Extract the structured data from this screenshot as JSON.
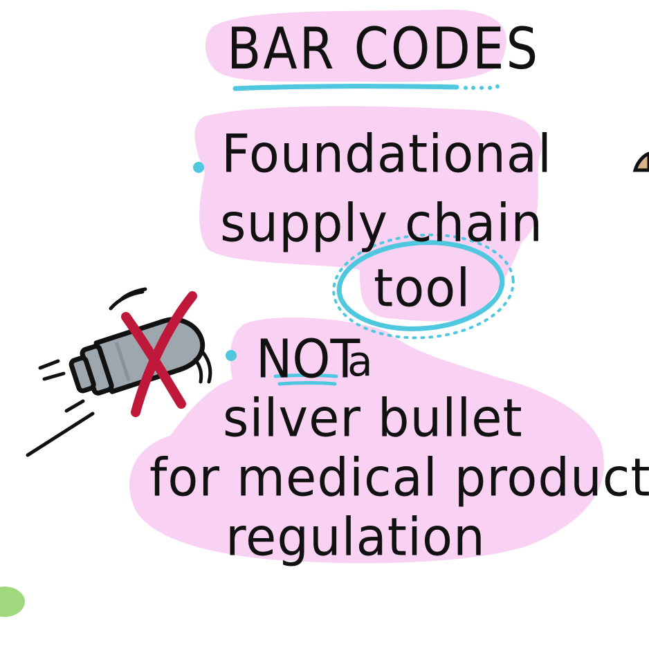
{
  "title": "BAR CODES",
  "bullet_1": {
    "lines": [
      "Foundational",
      "supply chain",
      "tool"
    ]
  },
  "bullet_2": {
    "emphasis": "NOT",
    "connector": "a",
    "lines": [
      "silver bullet",
      "for medical product",
      "regulation"
    ]
  },
  "colors": {
    "highlight": "#f9d1f3",
    "accent": "#4fc7df",
    "ink": "#111111",
    "cross": "#c0183a",
    "bullet_body": "#9fa7ae"
  },
  "icons": [
    "bullet-icon",
    "crossed-out-mark-icon",
    "bullet-point-icon"
  ]
}
